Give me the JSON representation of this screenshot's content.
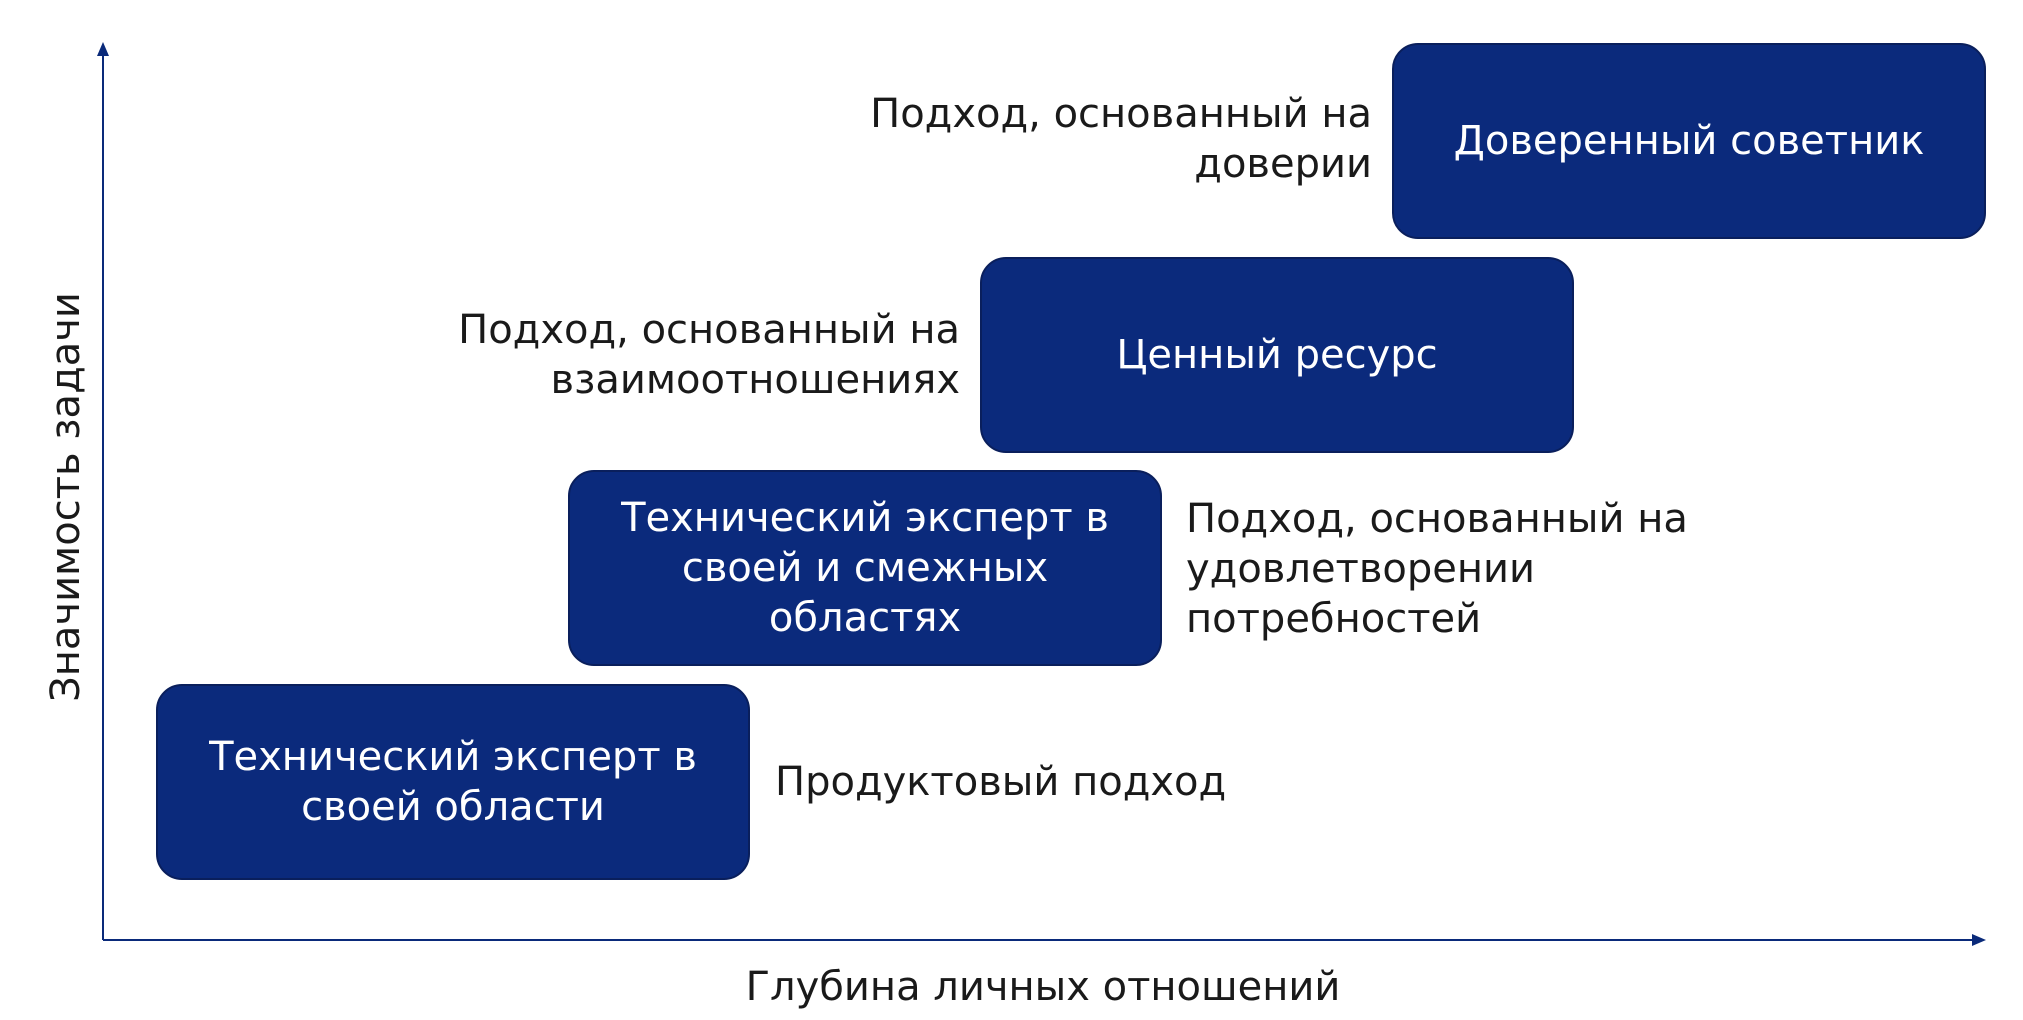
{
  "axes": {
    "y_title": "Значимость задачи",
    "x_title": "Глубина личных отношений",
    "color": "#0a2a7a"
  },
  "box_color": "#0b2a7c",
  "levels": [
    {
      "box": "Технический эксперт в своей области",
      "approach": "Продуктовый подход"
    },
    {
      "box": "Технический эксперт в своей и смежных областях",
      "approach": "Подход, основанный на удовлетворении потребностей"
    },
    {
      "box": "Ценный ресурс",
      "approach": "Подход, основанный на взаимоотношениях"
    },
    {
      "box": "Доверенный советник",
      "approach": "Подход, основанный на доверии"
    }
  ]
}
